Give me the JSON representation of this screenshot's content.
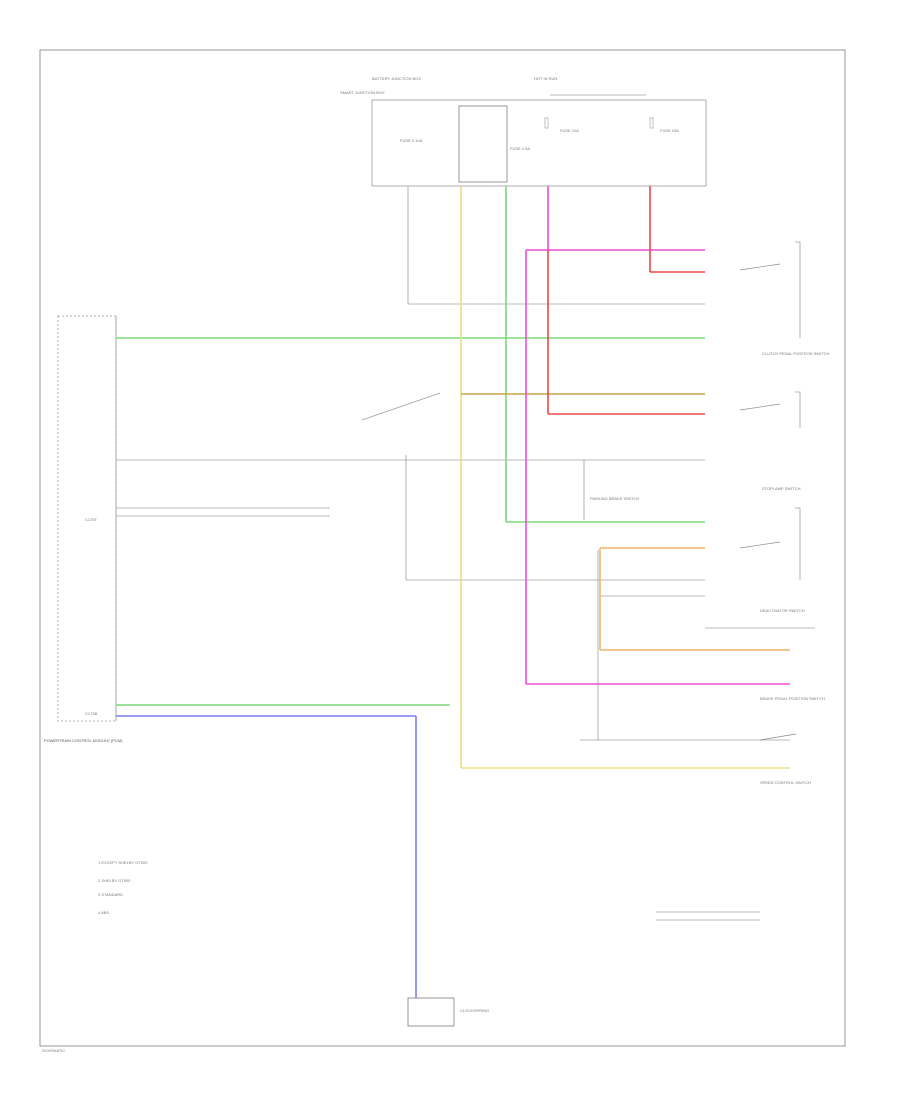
{
  "colors": {
    "green": "#7cd87c",
    "pink": "#f04cd8",
    "red": "#e84a4a",
    "orange": "#f0b46a",
    "yellow": "#e8e080",
    "blue": "#7d7df0",
    "tan": "#c9a64a",
    "gray": "#a8a8a8"
  },
  "footer_code": "SCHEMATIC",
  "fuse_box": {
    "title": "BATTERY JUNCTION BOX",
    "side_label": "SMART JUNCTION BOX",
    "right_label": "HOT IN RUN",
    "fuses": [
      "FUSE 3 10A",
      "FUSE 4 5A",
      "FUSE 10A",
      "FUSE 15A"
    ]
  },
  "module": {
    "name": "POWERTRAIN CONTROL MODULE (PCM)",
    "side_labels": [
      "C175B",
      "C175T"
    ]
  },
  "switches": [
    "CLUTCH PEDAL POSITION SWITCH",
    "STOPLAMP SWITCH",
    "DEACTIVATOR SWITCH",
    "PARKING BRAKE SWITCH",
    "BRAKE PEDAL POSITION SWITCH",
    "SPEED CONTROL SWITCH"
  ],
  "notes": [
    "1 EXCEPT SHELBY GT500",
    "2 SHELBY GT500",
    "3 STANDARD",
    "4 ABS"
  ],
  "bottom_component": "CLOCKSPRING"
}
